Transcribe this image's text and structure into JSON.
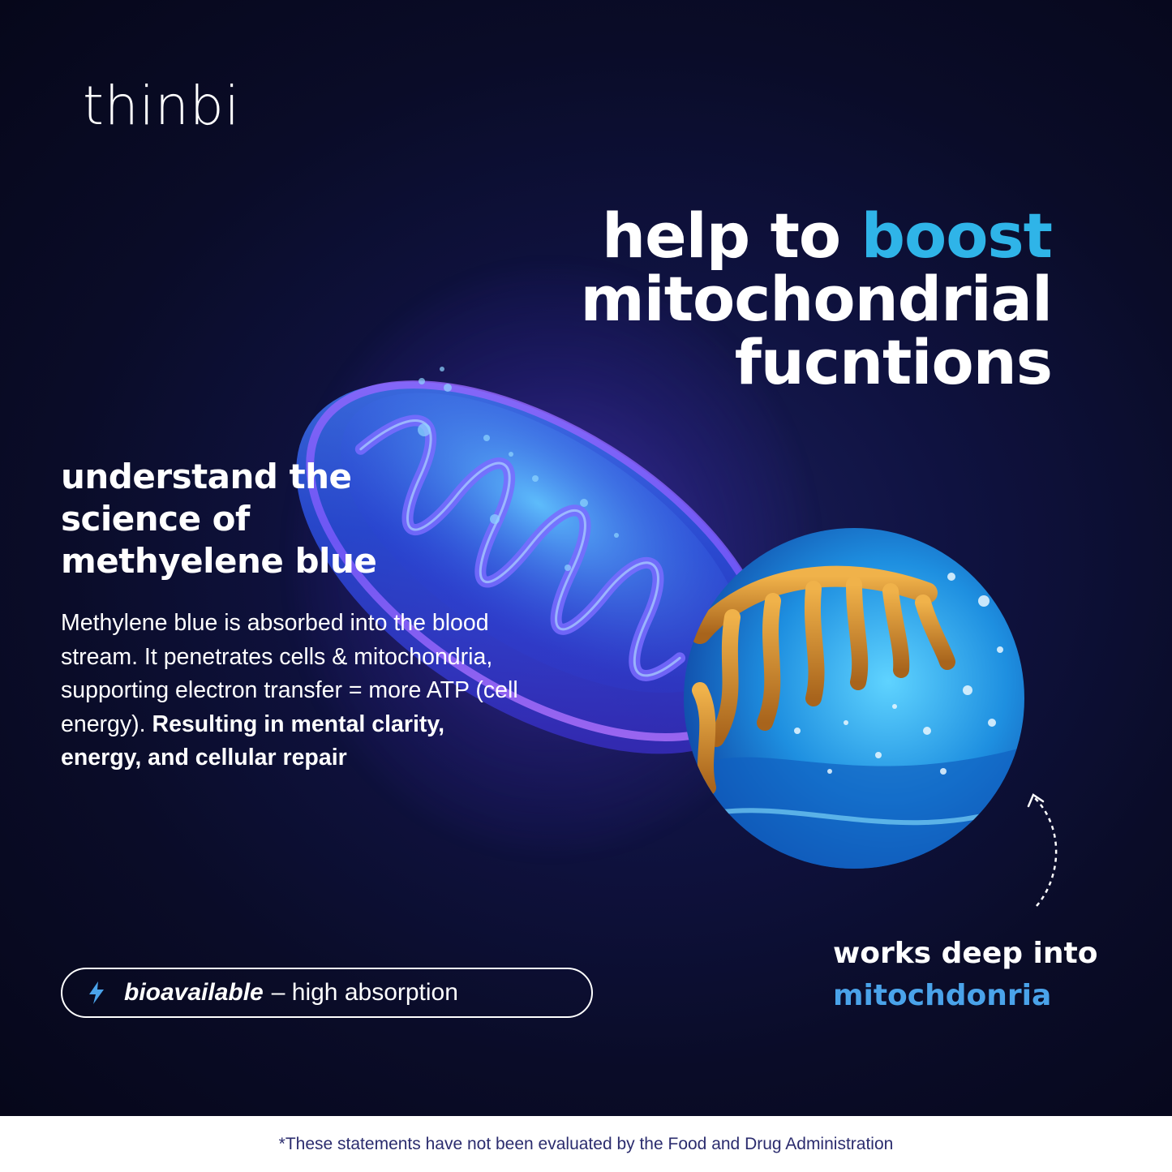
{
  "brand": {
    "name": "thinbi"
  },
  "headline": {
    "line1_prefix": "help to ",
    "line1_accent": "boost",
    "line2": "mitochondrial",
    "line3": "fucntions"
  },
  "subhead": {
    "line1": "understand the",
    "line2": "science of",
    "line3": "methyelene blue"
  },
  "body": {
    "text": "Methylene blue is absorbed into the blood stream. It penetrates cells & mitochondria, supporting electron transfer = more ATP (cell energy).",
    "bold_text": "Resulting in mental clarity, energy, and cellular repair"
  },
  "pill": {
    "term": "bioavailable",
    "rest": "– high absorption",
    "icon": "lightning-icon"
  },
  "callout": {
    "line1": "works deep into",
    "line2": "mitochdonria"
  },
  "footer": {
    "disclaimer": "*These statements have not been evaluated by the Food and Drug Administration"
  },
  "colors": {
    "accent_boost": "#2fb4e8",
    "accent_callout": "#4aa3ea",
    "background": "#0a0c28",
    "footer_text": "#2b2c6e"
  }
}
